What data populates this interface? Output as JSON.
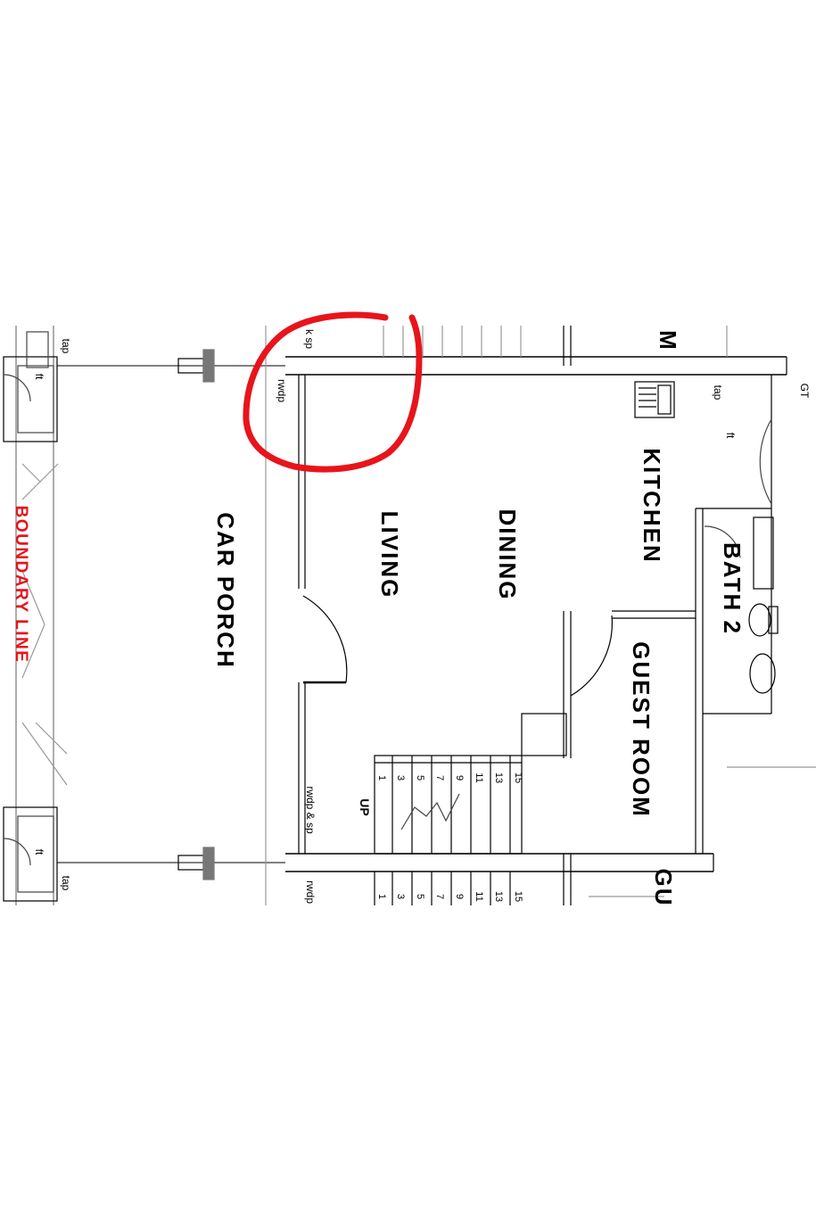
{
  "rooms": {
    "car_porch": "CAR PORCH",
    "living": "LIVING",
    "dining": "DINING",
    "kitchen": "KITCHEN",
    "bath2": "BATH 2",
    "guest_room": "GUEST ROOM",
    "cut_top": "M",
    "cut_bottom": "GU"
  },
  "boundary_label": "BOUNDARY LINE",
  "labels": {
    "tap": "tap",
    "ft": "ft",
    "rwdp": "rwdp",
    "rwdp_sp": "rwdp & sp",
    "k_sp": "k sp",
    "gt": "GT",
    "up": "UP"
  },
  "stair_numbers": [
    "1",
    "3",
    "5",
    "7",
    "9",
    "11",
    "13",
    "15"
  ],
  "annotation": {
    "color": "#e8141b",
    "shape": "freehand circle"
  }
}
